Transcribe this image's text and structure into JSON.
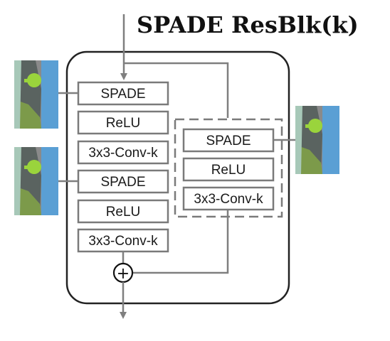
{
  "title": "SPADE ResBlk(k)",
  "main_branch": {
    "blocks": [
      "SPADE",
      "ReLU",
      "3x3-Conv-k",
      "SPADE",
      "ReLU",
      "3x3-Conv-k"
    ]
  },
  "shortcut_branch": {
    "blocks": [
      "SPADE",
      "ReLU",
      "3x3-Conv-k"
    ]
  },
  "sum_symbol": "+",
  "segmap_thumbnails": 3
}
